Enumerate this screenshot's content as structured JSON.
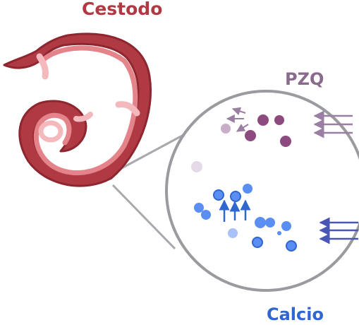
{
  "labels": {
    "worm": "Cestodo",
    "drug": "PZQ",
    "ion": "Calcio"
  },
  "colors": {
    "worm": "#b03a43",
    "worm_dark": "#8e2630",
    "worm_inner": "#e5838a",
    "worm_highlight": "#f4b9bd",
    "drug": "#8a6b8d",
    "drug_particle": "#8d4a7f",
    "drug_particle_light": "#c8aec6",
    "calcium": "#2f66d0",
    "calcium_fill": "#5b8ef3",
    "calcium_light": "#a9c1f7",
    "circle_stroke": "#9b9a9f",
    "arrow_drug": "#9a7fa3",
    "arrow_ca": "#4a56b4"
  },
  "icons": {
    "worm": "tapeworm-illustration",
    "zoom": "magnifier-circle",
    "drug_arrows": "incoming-arrows",
    "ca_arrows": "incoming-arrows",
    "influx_arrows": "upward-arrows"
  }
}
